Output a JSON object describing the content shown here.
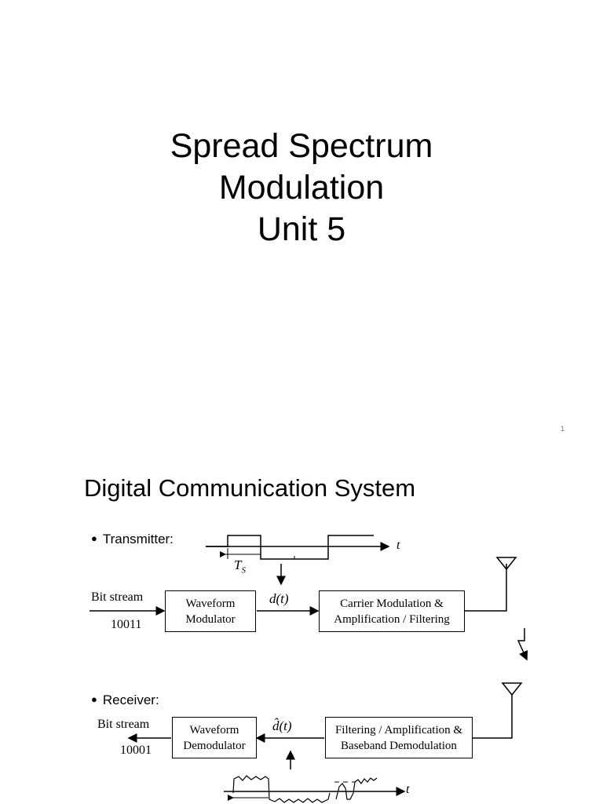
{
  "slide1": {
    "title_lines": [
      "Spread Spectrum",
      "Modulation",
      "Unit 5"
    ],
    "page_number": "1"
  },
  "slide2": {
    "title": "Digital Communication System",
    "transmitter": {
      "label": "Transmitter:",
      "input_label": "Bit stream",
      "input_bits": "10011",
      "waveform_box": [
        "Waveform",
        "Modulator"
      ],
      "carrier_box": [
        "Carrier Modulation &",
        "Amplification / Filtering"
      ],
      "signal_label": "d(t)",
      "time_label": "t",
      "symbol_period_label": "T",
      "symbol_period_sub": "S"
    },
    "receiver": {
      "label": "Receiver:",
      "output_label": "Bit stream",
      "output_bits": "10001",
      "waveform_box": [
        "Waveform",
        "Demodulator"
      ],
      "filter_box": [
        "Filtering / Amplification &",
        "Baseband Demodulation"
      ],
      "signal_label": "d̂(t)",
      "time_label": "t"
    }
  }
}
